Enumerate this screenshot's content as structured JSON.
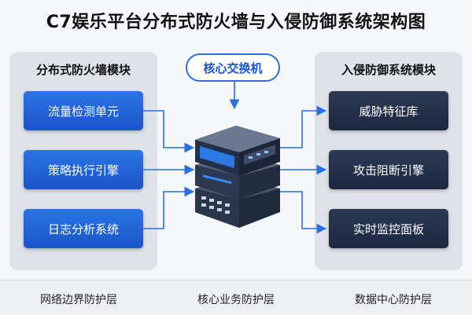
{
  "title": "C7娱乐平台分布式防火墙与入侵防御系统架构图",
  "left_panel": {
    "title": "分布式防火墙模块",
    "modules": [
      "流量检测单元",
      "策略执行引擎",
      "日志分析系统"
    ]
  },
  "right_panel": {
    "title": "入侵防御系统模块",
    "modules": [
      "威胁特征库",
      "攻击阻断引擎",
      "实时监控面板"
    ]
  },
  "center": {
    "label": "核心交换机",
    "icon": "network-switch-icon"
  },
  "bottom_layers": [
    "网络边界防护层",
    "核心业务防护层",
    "数据中心防护层"
  ],
  "colors": {
    "accent_blue": "#2a6fe0",
    "module_blue": "#1b55c7",
    "module_dark": "#1c2840",
    "panel_bg": "#dfe3e9"
  }
}
